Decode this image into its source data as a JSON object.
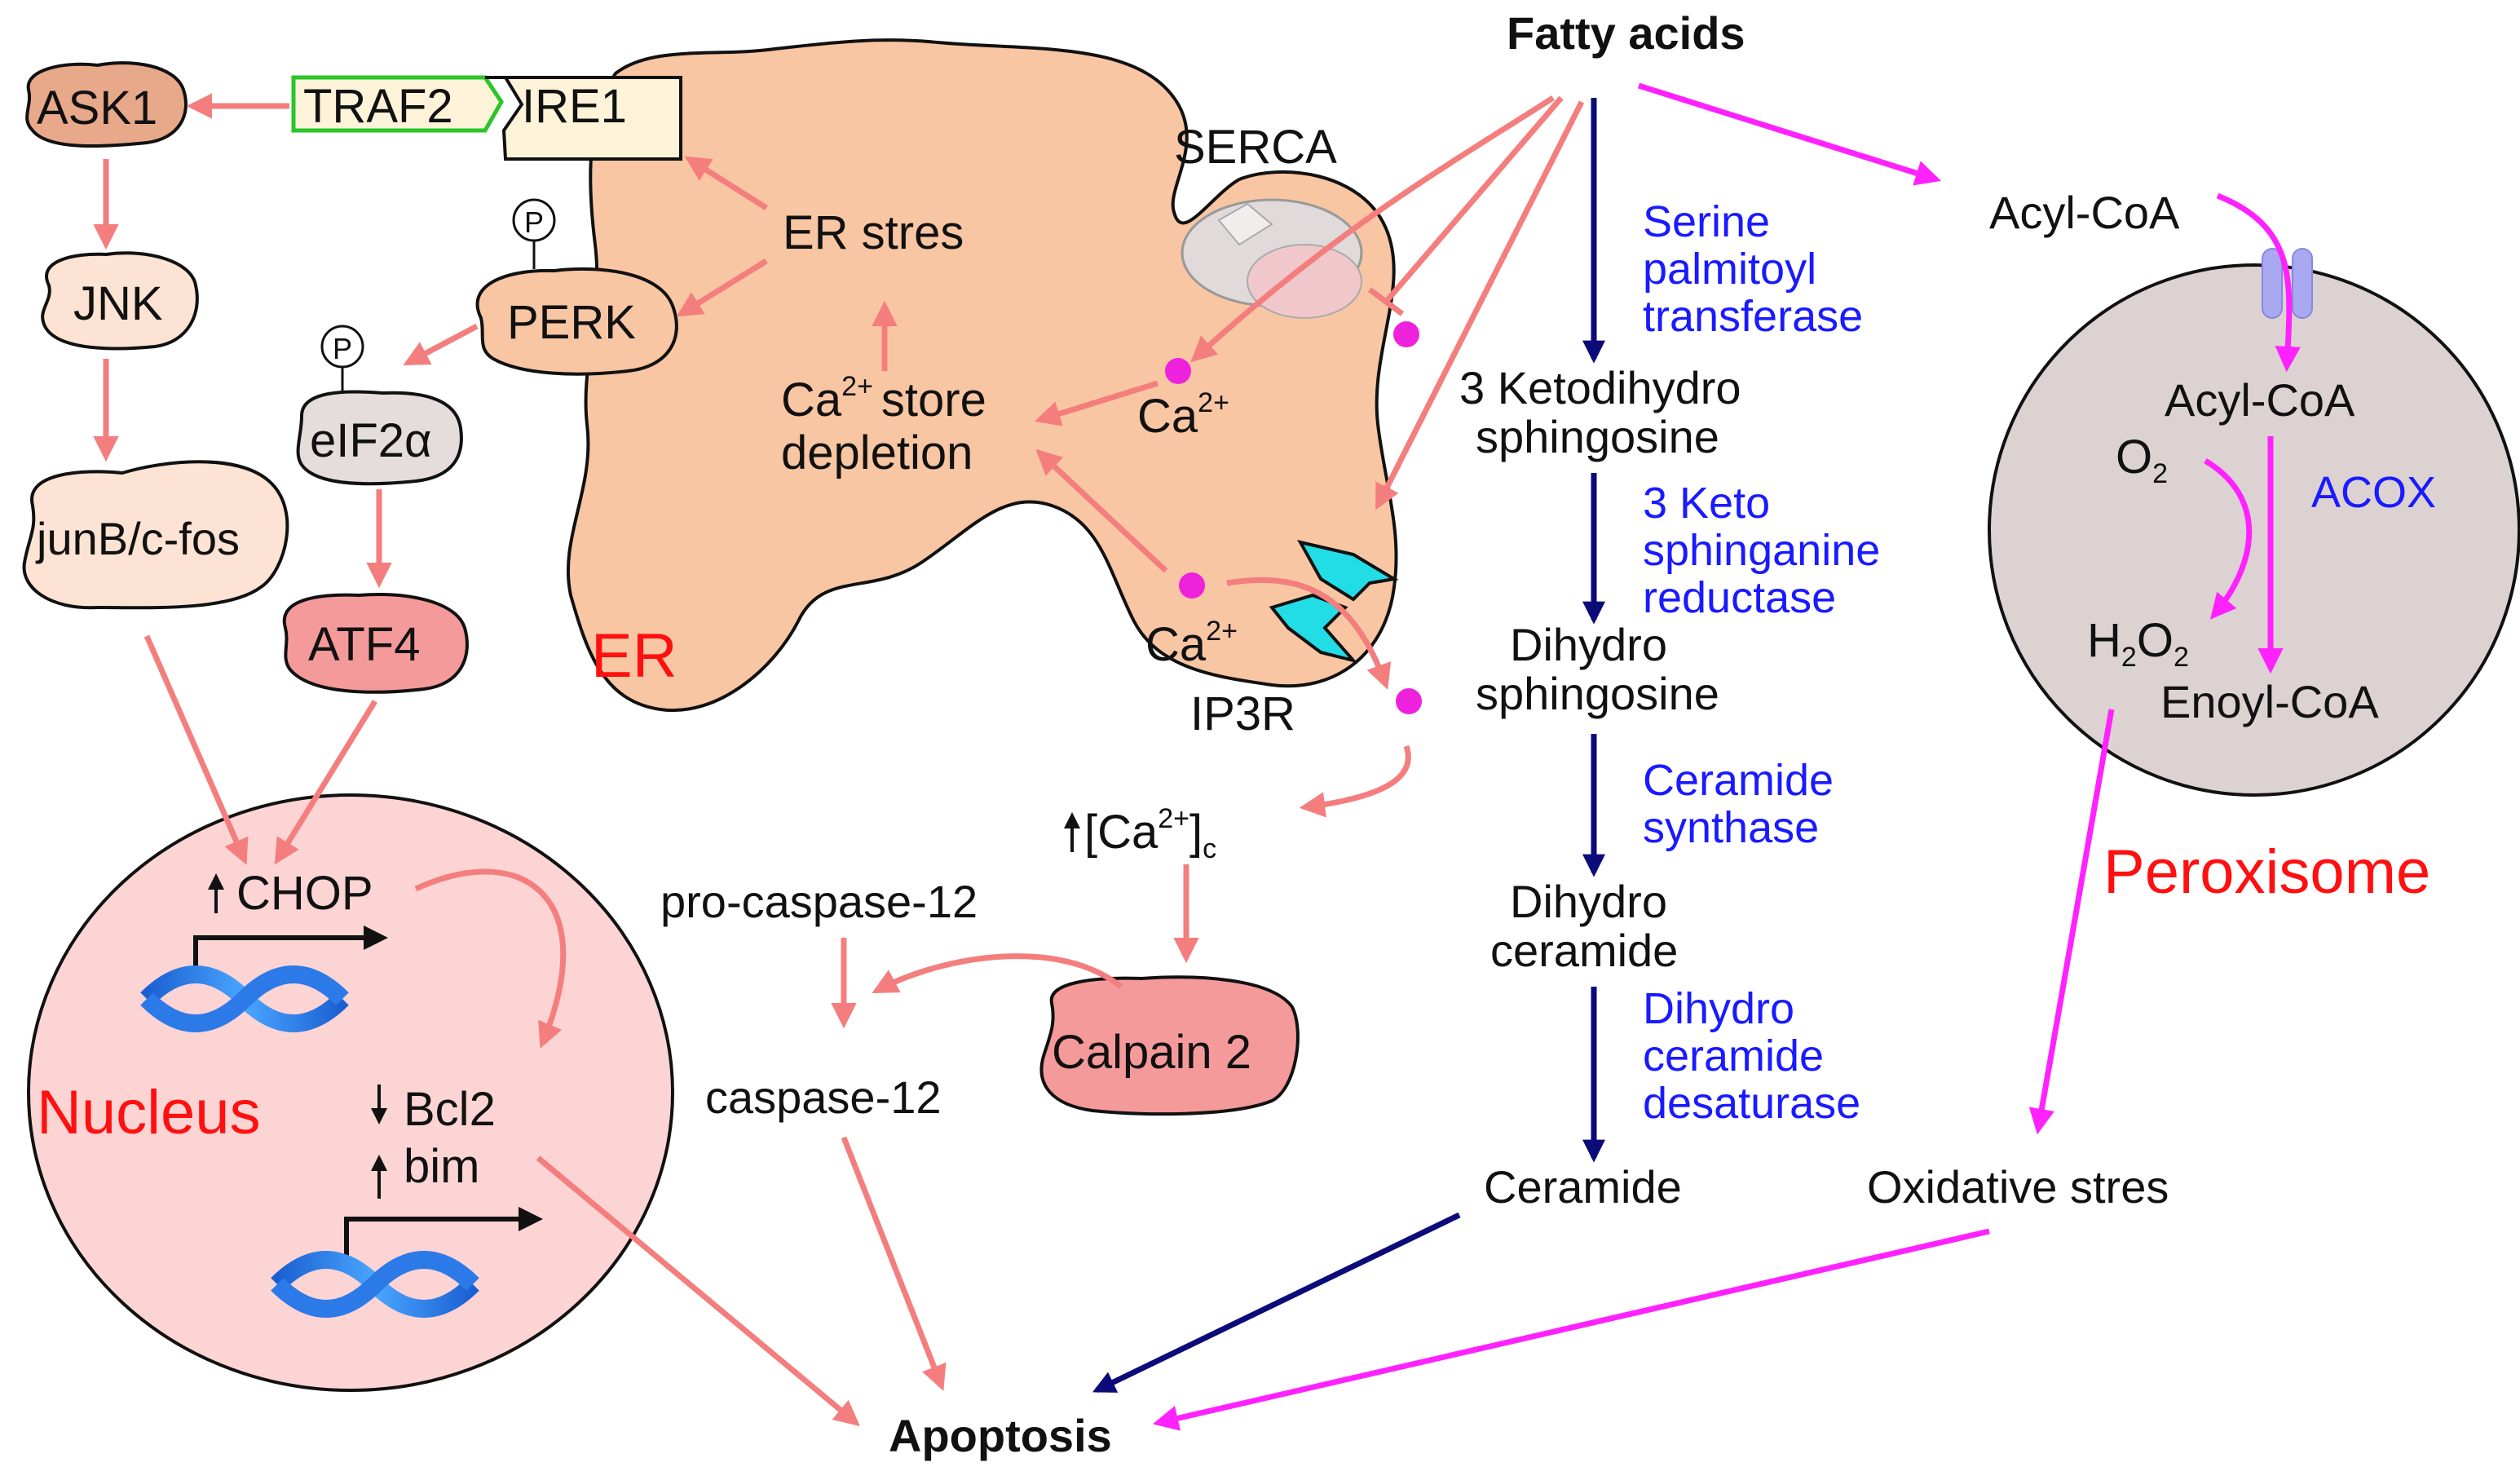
{
  "title_top": "Fatty acids",
  "title_bottom": "Apoptosis",
  "organelles": {
    "er": "ER",
    "nucleus": "Nucleus",
    "peroxisome": "Peroxisome"
  },
  "upr": {
    "ask1": "ASK1",
    "traf2": "TRAF2",
    "ire1": "IRE1",
    "jnk": "JNK",
    "junb": "junB/c-fos",
    "perk": "PERK",
    "phos": "P",
    "eif2a": "eIF2α",
    "atf4": "ATF4",
    "er_stress": "ER stres",
    "serca": "SERCA",
    "ip3r": "IP3R",
    "ca": "Ca",
    "charge": "2+",
    "store_line1": "store",
    "store_line2": "depletion"
  },
  "nucleus_genes": {
    "chop": "CHOP",
    "bcl2": "Bcl2",
    "bim": "bim"
  },
  "calcium": {
    "cyto_prefix": "[Ca",
    "cyto_suffix": "]",
    "cyto_sub": "c",
    "procasp": "pro-caspase-12",
    "casp": "caspase-12",
    "calpain": "Calpain 2"
  },
  "sphingolipid": {
    "step1_line1": "3 Ketodihydro",
    "step1_line2": "sphingosine",
    "step2_line1": "Dihydro",
    "step2_line2": "sphingosine",
    "step3_line1": "Dihydro",
    "step3_line2": "ceramide",
    "step4": "Ceramide",
    "enz1": [
      "Serine",
      "palmitoyl",
      "transferase"
    ],
    "enz2": [
      "3 Keto",
      "sphinganine",
      "reductase"
    ],
    "enz3": [
      "Ceramide",
      "synthase"
    ],
    "enz4": [
      "Dihydro",
      "ceramide",
      "desaturase"
    ]
  },
  "peroxisome": {
    "acyl_outside": "Acyl-CoA",
    "acyl_inside": "Acyl-CoA",
    "o2": "O",
    "o2_sub": "2",
    "h2o2_h": "H",
    "h2o2_sub1": "2",
    "h2o2_o": "O",
    "h2o2_sub2": "2",
    "acox": "ACOX",
    "enoyl": "Enoyl-CoA",
    "oxidative": "Oxidative stres"
  },
  "colors": {
    "salmon_arrow": "#f47e7e",
    "magenta_arrow": "#ff22ff",
    "navy_arrow": "#0b0b7a",
    "enzyme_text": "#1a1aff",
    "organelle_label": "#ff1010",
    "er_fill": "#f8c6a3",
    "nucleus_fill": "#fcd4d4",
    "peroxisome_fill": "#dcd2d2"
  }
}
